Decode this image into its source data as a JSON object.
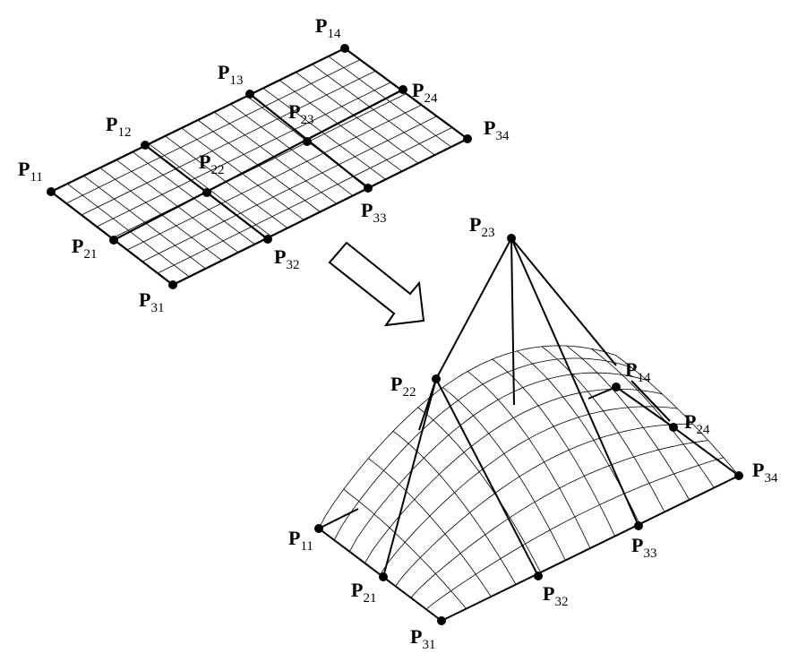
{
  "colors": {
    "ink": "#000000",
    "background": "#ffffff"
  },
  "flat_grid": {
    "labels": [
      {
        "id": "P11",
        "base": "P",
        "sub": "11"
      },
      {
        "id": "P12",
        "base": "P",
        "sub": "12"
      },
      {
        "id": "P13",
        "base": "P",
        "sub": "13"
      },
      {
        "id": "P14",
        "base": "P",
        "sub": "14"
      },
      {
        "id": "P21",
        "base": "P",
        "sub": "21"
      },
      {
        "id": "P22",
        "base": "P",
        "sub": "22"
      },
      {
        "id": "P23",
        "base": "P",
        "sub": "23"
      },
      {
        "id": "P24",
        "base": "P",
        "sub": "24"
      },
      {
        "id": "P31",
        "base": "P",
        "sub": "31"
      },
      {
        "id": "P32",
        "base": "P",
        "sub": "32"
      },
      {
        "id": "P33",
        "base": "P",
        "sub": "33"
      },
      {
        "id": "P34",
        "base": "P",
        "sub": "34"
      }
    ]
  },
  "surface": {
    "labels": [
      {
        "id": "P11",
        "base": "P",
        "sub": "11"
      },
      {
        "id": "P14",
        "base": "P",
        "sub": "14"
      },
      {
        "id": "P21",
        "base": "P",
        "sub": "21"
      },
      {
        "id": "P22",
        "base": "P",
        "sub": "22"
      },
      {
        "id": "P23",
        "base": "P",
        "sub": "23"
      },
      {
        "id": "P24",
        "base": "P",
        "sub": "24"
      },
      {
        "id": "P31",
        "base": "P",
        "sub": "31"
      },
      {
        "id": "P32",
        "base": "P",
        "sub": "32"
      },
      {
        "id": "P33",
        "base": "P",
        "sub": "33"
      },
      {
        "id": "P34",
        "base": "P",
        "sub": "34"
      }
    ]
  }
}
